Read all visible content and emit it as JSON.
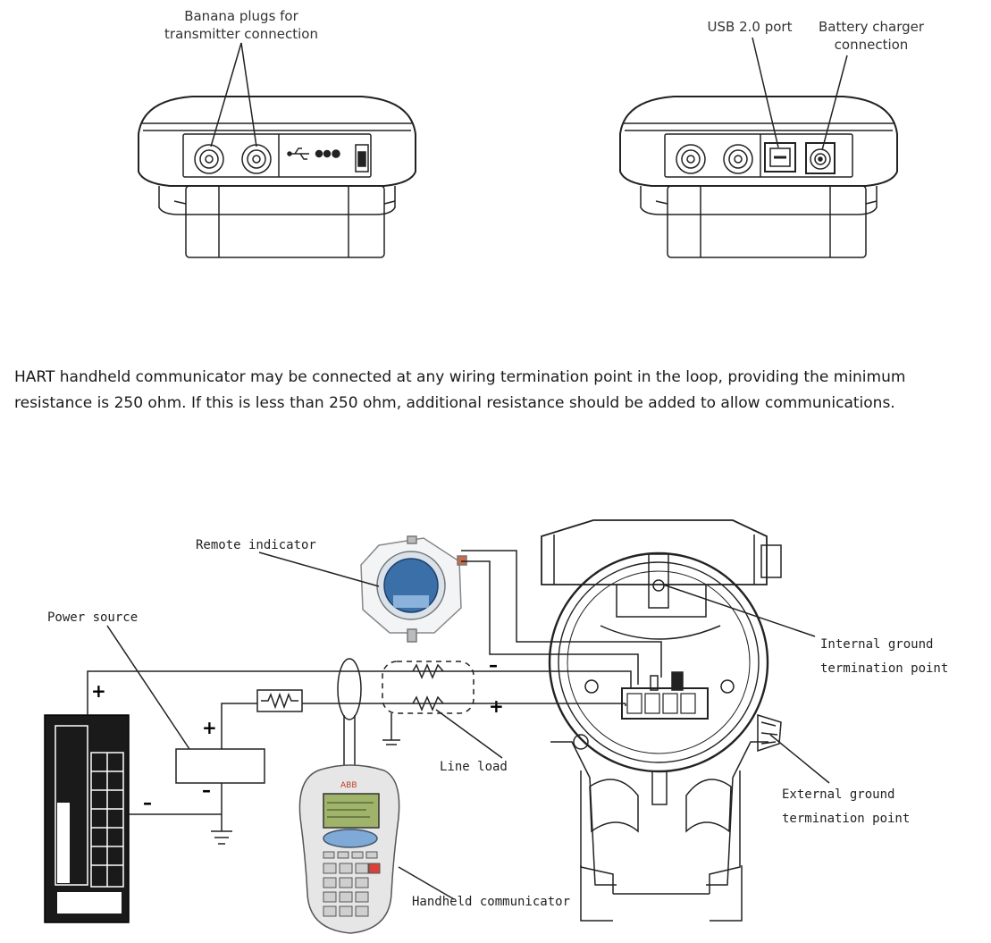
{
  "labels": {
    "banana_line1": "Banana plugs for",
    "banana_line2": "transmitter connection",
    "usb": "USB 2.0 port",
    "battery_line1": "Battery charger",
    "battery_line2": "connection",
    "remote_indicator": "Remote indicator",
    "power_source": "Power source",
    "internal_ground_line1": "Internal ground",
    "internal_ground_line2": "termination point",
    "line_load": "Line load",
    "external_ground_line1": "External ground",
    "external_ground_line2": "termination point",
    "handheld_communicator": "Handheld communicator"
  },
  "paragraph": {
    "line1": "HART handheld communicator may be connected at any wiring termination point in the loop, providing the minimum",
    "line2": "resistance is 250 ohm. If this is less than 250 ohm, additional resistance should be added to allow communications."
  },
  "signs": {
    "plus": "+",
    "minus": "–"
  },
  "device_logo": "ABB",
  "colors": {
    "line": "#222222",
    "display_blue": "#3a6fa8",
    "screen_green": "#9fb36a",
    "keypad_blue": "#7fa9d6"
  }
}
